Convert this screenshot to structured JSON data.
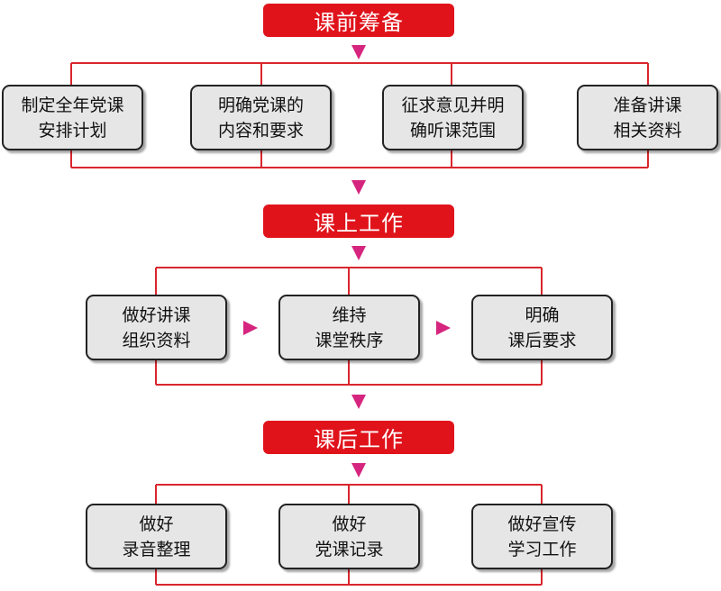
{
  "sections": [
    {
      "title": "课前筹备",
      "steps": [
        {
          "lines": [
            "制定全年党课",
            "安排计划"
          ]
        },
        {
          "lines": [
            "明确党课的",
            "内容和要求"
          ]
        },
        {
          "lines": [
            "征求意见并明",
            "确听课范围"
          ]
        },
        {
          "lines": [
            "准备讲课",
            "相关资料"
          ]
        }
      ]
    },
    {
      "title": "课上工作",
      "steps": [
        {
          "lines": [
            "做好讲课",
            "组织资料"
          ]
        },
        {
          "lines": [
            "维持",
            "课堂秩序"
          ]
        },
        {
          "lines": [
            "明确",
            "课后要求"
          ]
        }
      ]
    },
    {
      "title": "课后工作",
      "steps": [
        {
          "lines": [
            "做好",
            "录音整理"
          ]
        },
        {
          "lines": [
            "做好",
            "党课记录"
          ]
        },
        {
          "lines": [
            "做好宣传",
            "学习工作"
          ]
        }
      ]
    }
  ],
  "colors": {
    "header_bg": "#e0131b",
    "header_text": "#ffffff",
    "connector": "#d9262d",
    "arrow": "#d6257e",
    "box_bg": "#e6e6e6",
    "box_border": "#222222"
  }
}
